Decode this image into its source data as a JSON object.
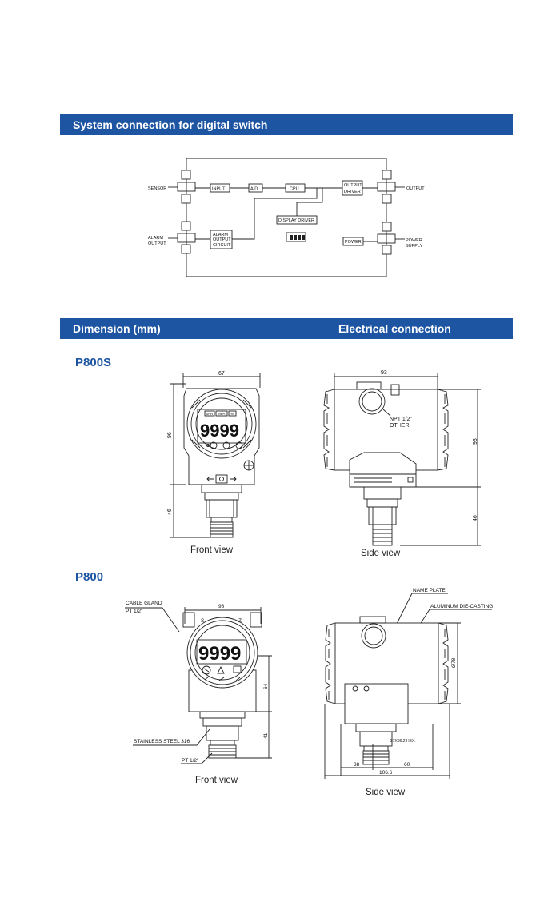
{
  "sections": {
    "system": "System connection for digital switch",
    "dimension": "Dimension (mm)",
    "electrical": "Electrical connection"
  },
  "block": {
    "sensor": "SENSOR",
    "input": "INPUT",
    "ad": "A/D",
    "cpu": "CPU",
    "output_driver_1": "OUTPUT",
    "output_driver_2": "DRIVER",
    "output": "OUTPUT",
    "display_driver": "DISPLAY DRIVER",
    "display": "8888",
    "alarm_output_1": "ALARM",
    "alarm_output_2": "OUTPUT",
    "alarm_circuit_1": "ALARM",
    "alarm_circuit_2": "OUTPUT",
    "alarm_circuit_3": "CIRCUIT",
    "power": "POWER",
    "power_supply_1": "POWER",
    "power_supply_2": "SUPPLY"
  },
  "p800s": {
    "model": "P800S",
    "front_width": "67",
    "front_height_top": "96",
    "front_height_bottom": "46",
    "display_digits": "9999",
    "unit_keys": [
      "BAR",
      "MPA",
      "%"
    ],
    "front_caption": "Front view",
    "side_width": "93",
    "side_height_top": "93",
    "side_height_bottom": "46",
    "npt_1": "NPT 1/2\"",
    "npt_2": "OTHER",
    "side_caption": "Side view"
  },
  "p800": {
    "model": "P800",
    "cable_gland_1": "CABLE GLAND",
    "cable_gland_2": "PT 1/2\"",
    "front_width": "98",
    "display_digits": "9999",
    "dir_s": "S",
    "dir_z": "Z",
    "front_height_top": "64",
    "front_height_bottom": "41",
    "stainless": "STAINLESS STEEL 316",
    "pt": "PT 1/2\"",
    "front_caption": "Front view",
    "name_plate": "NAME PLATE",
    "die_casting": "ALUMINUM DIE-CASTING",
    "phi": "Ø78",
    "hex": "27X36.2 HEX.",
    "dim_38": "38",
    "dim_60": "60",
    "dim_total": "106.6",
    "side_caption": "Side view"
  }
}
